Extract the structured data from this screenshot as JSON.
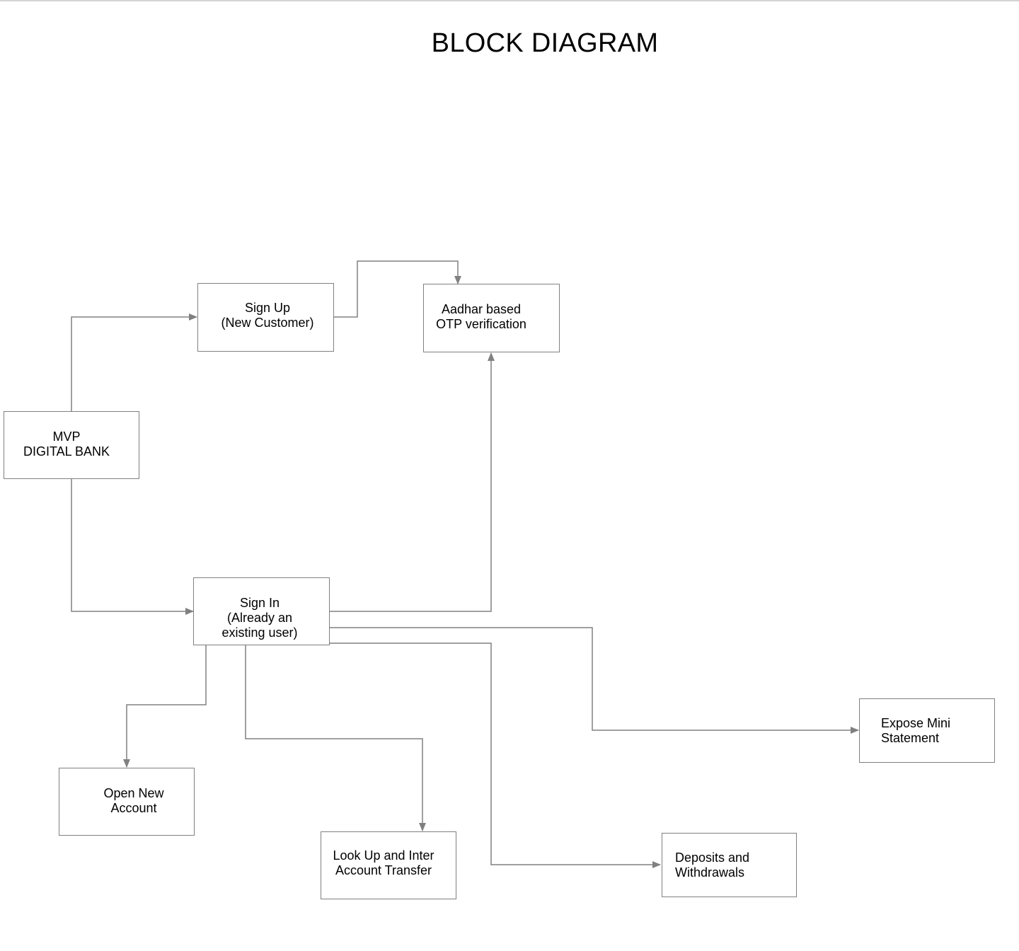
{
  "title": "BLOCK DIAGRAM",
  "colors": {
    "connector": "#808080",
    "border": "#808080",
    "text": "#000000"
  },
  "blocks": {
    "mvp": "MVP\nDIGITAL BANK",
    "signup": "Sign Up\n(New Customer)",
    "aadhar": "Aadhar based\nOTP verification",
    "signin": "Sign In\n(Already an\nexisting user)",
    "open_account": "Open New\nAccount",
    "lookup": "Look Up and Inter\nAccount Transfer",
    "deposits": "Deposits and\nWithdrawals",
    "mini_statement": "Expose Mini\nStatement"
  },
  "connections": [
    {
      "from": "MVP DIGITAL BANK",
      "to": "Sign Up (New Customer)"
    },
    {
      "from": "MVP DIGITAL BANK",
      "to": "Sign In (Already an existing user)"
    },
    {
      "from": "Sign Up (New Customer)",
      "to": "Aadhar based OTP verification"
    },
    {
      "from": "Sign In (Already an existing user)",
      "to": "Aadhar based OTP verification"
    },
    {
      "from": "Sign In (Already an existing user)",
      "to": "Open New Account"
    },
    {
      "from": "Sign In (Already an existing user)",
      "to": "Look Up and Inter Account Transfer"
    },
    {
      "from": "Sign In (Already an existing user)",
      "to": "Deposits and Withdrawals"
    },
    {
      "from": "Sign In (Already an existing user)",
      "to": "Expose Mini Statement"
    }
  ]
}
